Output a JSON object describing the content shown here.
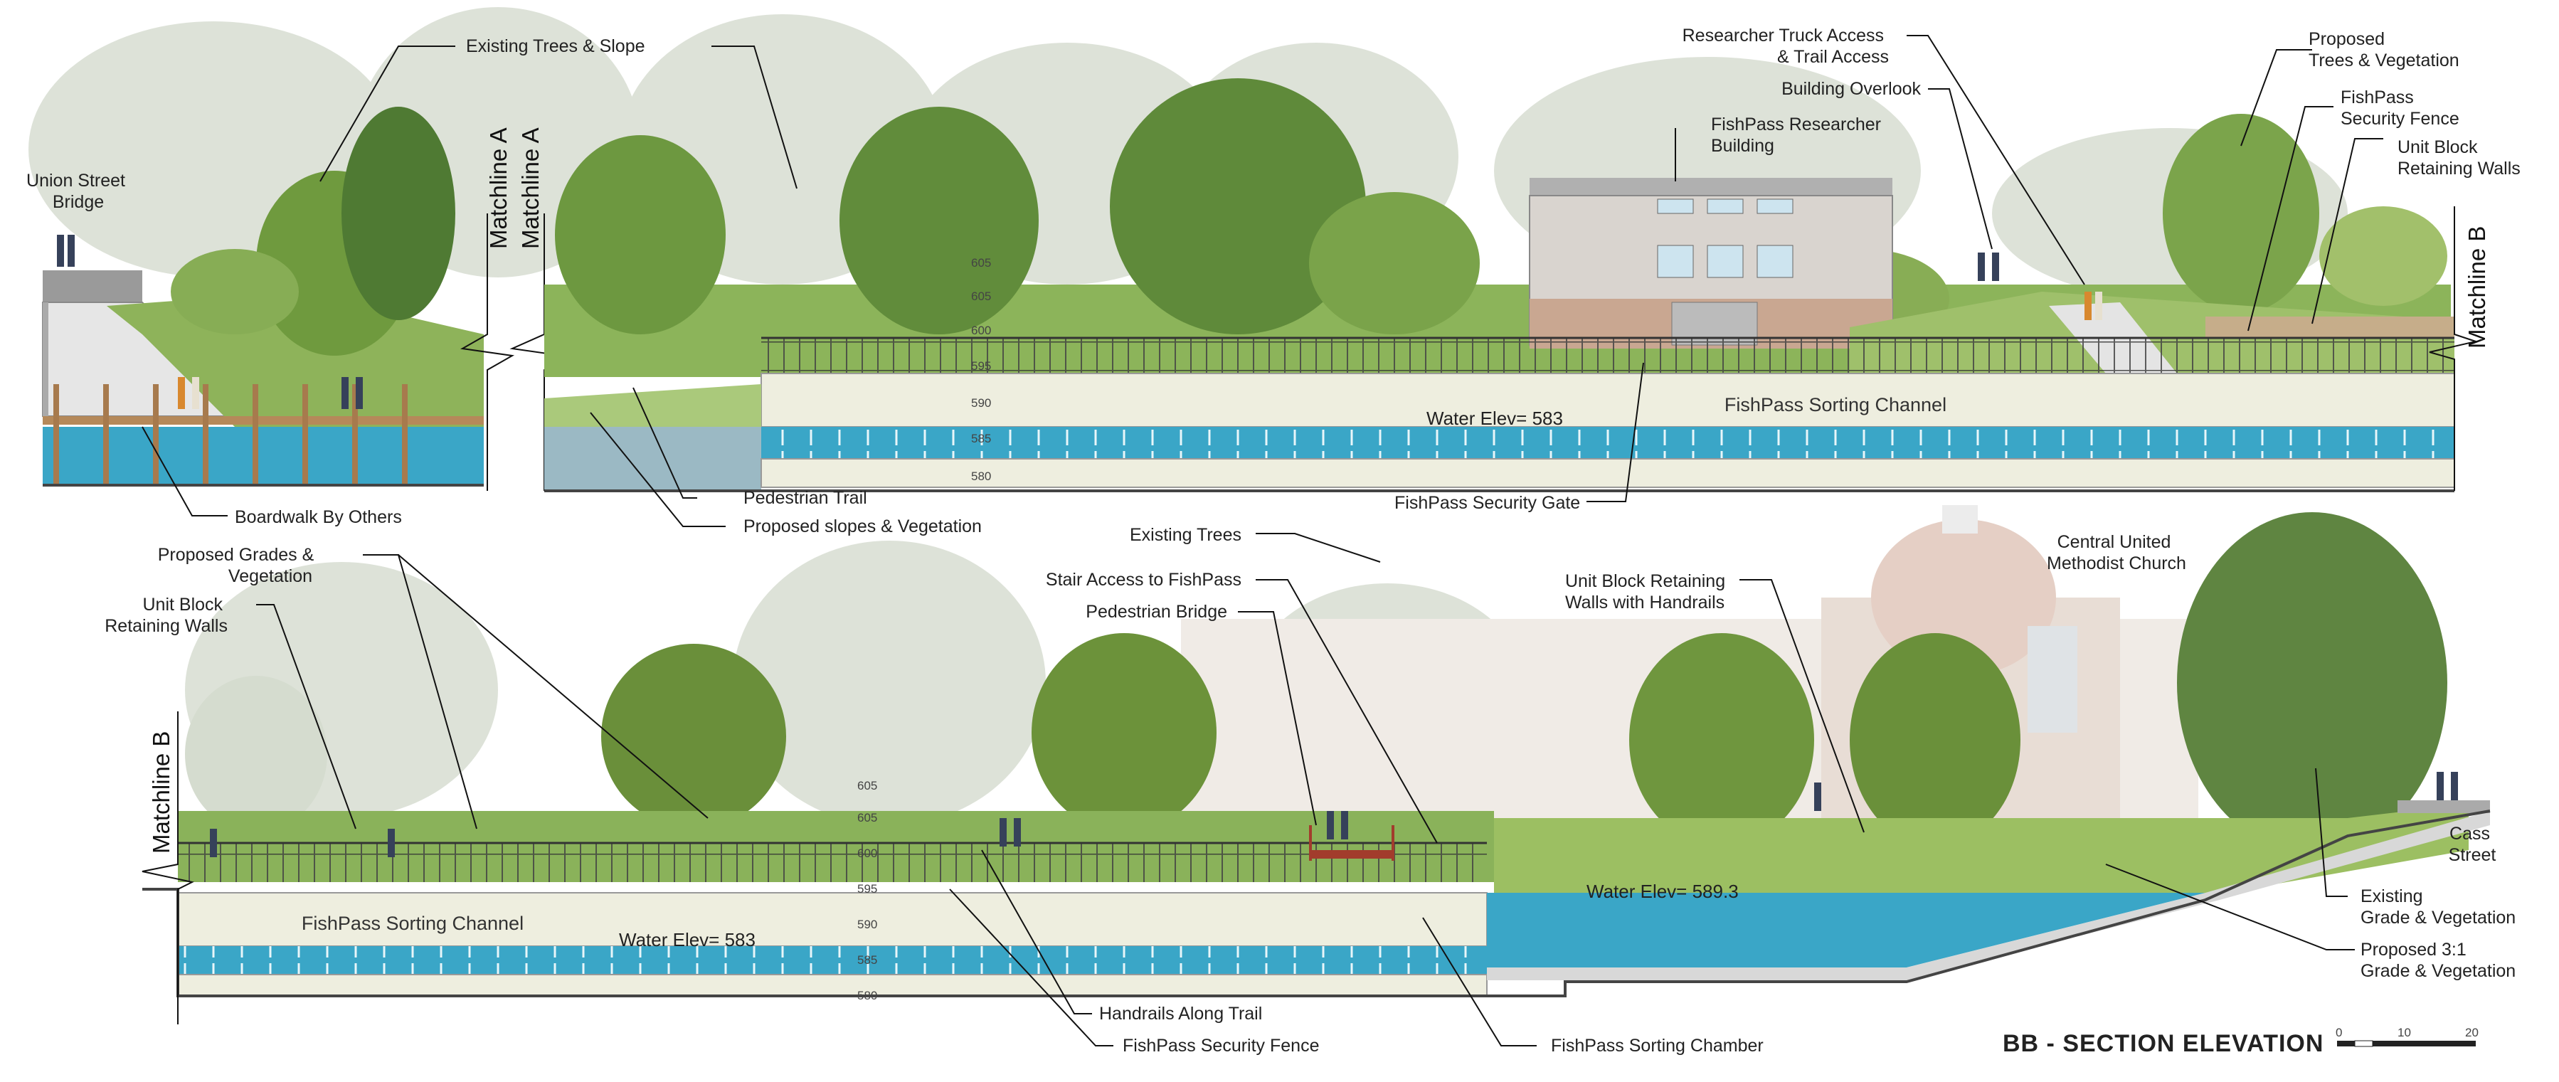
{
  "title": "BB - SECTION ELEVATION",
  "scale_bar": {
    "labels": [
      "0",
      "10",
      "20"
    ]
  },
  "colors": {
    "water": "#3aa6c7",
    "water_dark": "#2b8fb0",
    "concrete": "#eeeedf",
    "grass": "#78a84a",
    "tree_dark": "#5e8a3a",
    "tree_light": "#9fbf6a",
    "background_tree": "#d8ddd4",
    "building": "#d9c4b0",
    "church": "#e3d0c4"
  },
  "top_section": {
    "matchline_a_left": "Matchline A",
    "matchline_a_right": "Matchline A",
    "matchline_b": "Matchline B",
    "union_street_bridge": "Union Street\nBridge",
    "existing_trees_slope": "Existing Trees & Slope",
    "boardwalk": "Boardwalk By Others",
    "pedestrian_trail": "Pedestrian Trail",
    "proposed_slopes": "Proposed slopes & Vegetation",
    "researcher_building": "FishPass Researcher\nBuilding",
    "researcher_truck": "Researcher Truck Access\n& Trail Access",
    "building_overlook": "Building Overlook",
    "proposed_trees": "Proposed\nTrees & Vegetation",
    "security_fence": "FishPass\nSecurity Fence",
    "unit_block_walls": "Unit Block\nRetaining Walls",
    "sorting_channel": "FishPass Sorting Channel",
    "water_elev": "Water Elev= 583",
    "security_gate": "FishPass Security Gate",
    "elevations": [
      "605",
      "605",
      "600",
      "595",
      "590",
      "585",
      "580"
    ]
  },
  "bottom_section": {
    "matchline_b": "Matchline B",
    "proposed_grades": "Proposed Grades &\nVegetation",
    "unit_block_walls": "Unit Block\nRetaining Walls",
    "existing_trees": "Existing Trees",
    "stair_access": "Stair Access to FishPass",
    "pedestrian_bridge": "Pedestrian Bridge",
    "unit_block_handrails": "Unit Block Retaining\nWalls with Handrails",
    "church": "Central United\nMethodist Church",
    "cass_street": "Cass\nStreet",
    "sorting_channel": "FishPass Sorting Channel",
    "water_elev_left": "Water Elev= 583",
    "water_elev_right": "Water Elev= 589.3",
    "handrails_trail": "Handrails Along Trail",
    "security_fence": "FishPass Security Fence",
    "sorting_chamber": "FishPass Sorting Chamber",
    "existing_grade": "Existing\nGrade & Vegetation",
    "proposed_grade": "Proposed 3:1\nGrade & Vegetation",
    "elevations": [
      "605",
      "605",
      "600",
      "595",
      "590",
      "585",
      "580"
    ]
  }
}
